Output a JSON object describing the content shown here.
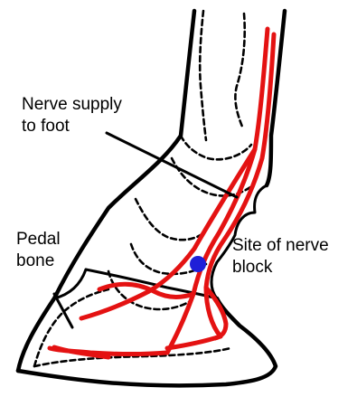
{
  "labels": {
    "nerve_supply": [
      "Nerve supply",
      "to foot"
    ],
    "pedal_bone": [
      "Pedal",
      "bone"
    ],
    "site_of_nerve_block": [
      "Site of nerve",
      "block"
    ]
  },
  "colors": {
    "nerve": "#e41212",
    "block_marker": "#1f1fd8",
    "outline": "#000000"
  }
}
